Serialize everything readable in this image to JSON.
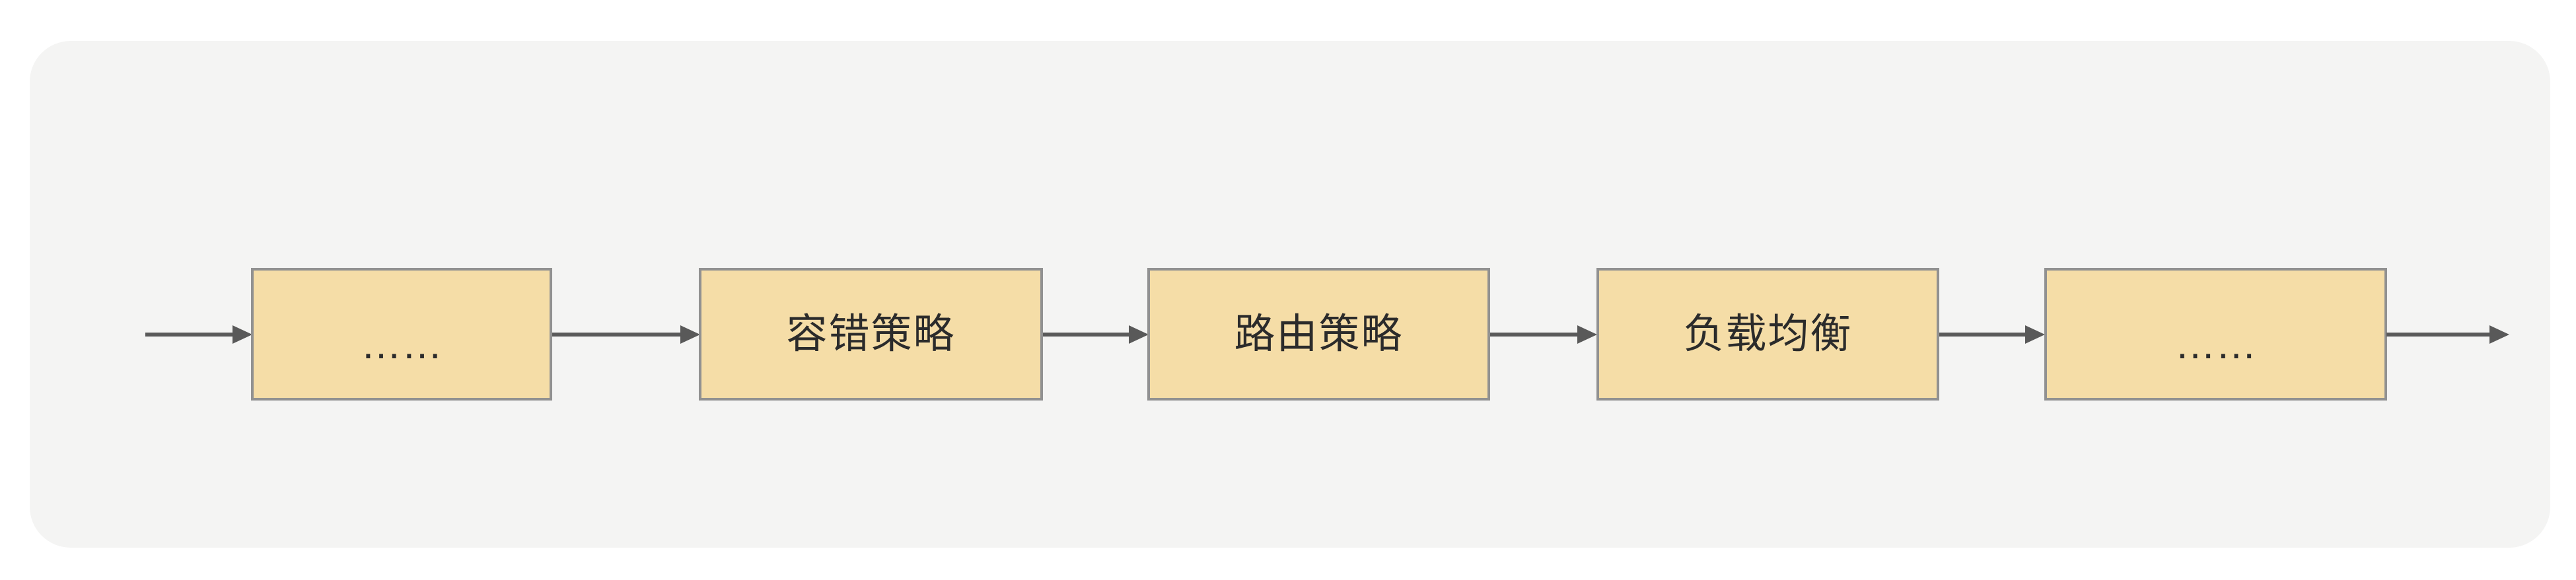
{
  "diagram": {
    "title": "service-governance-strategy-pipeline",
    "background_color": "#ffffff",
    "panel_color": "#f4f4f3",
    "node_fill_color": "#f5dda7",
    "node_border_color": "#919191",
    "arrow_color": "#595959",
    "text_color": "#2b2b2b",
    "orientation": "left-to-right",
    "nodes": [
      {
        "id": "node-1",
        "label": "……",
        "kind": "ellipsis"
      },
      {
        "id": "node-2",
        "label": "容错策略",
        "kind": "stage"
      },
      {
        "id": "node-3",
        "label": "路由策略",
        "kind": "stage"
      },
      {
        "id": "node-4",
        "label": "负载均衡",
        "kind": "stage"
      },
      {
        "id": "node-5",
        "label": "……",
        "kind": "ellipsis"
      }
    ],
    "edges": [
      {
        "id": "edge-in",
        "from": "",
        "to": "node-1",
        "label": ""
      },
      {
        "id": "edge-1-2",
        "from": "node-1",
        "to": "node-2",
        "label": ""
      },
      {
        "id": "edge-2-3",
        "from": "node-2",
        "to": "node-3",
        "label": ""
      },
      {
        "id": "edge-3-4",
        "from": "node-3",
        "to": "node-4",
        "label": ""
      },
      {
        "id": "edge-4-5",
        "from": "node-4",
        "to": "node-5",
        "label": ""
      },
      {
        "id": "edge-out",
        "from": "node-5",
        "to": "",
        "label": ""
      }
    ]
  }
}
